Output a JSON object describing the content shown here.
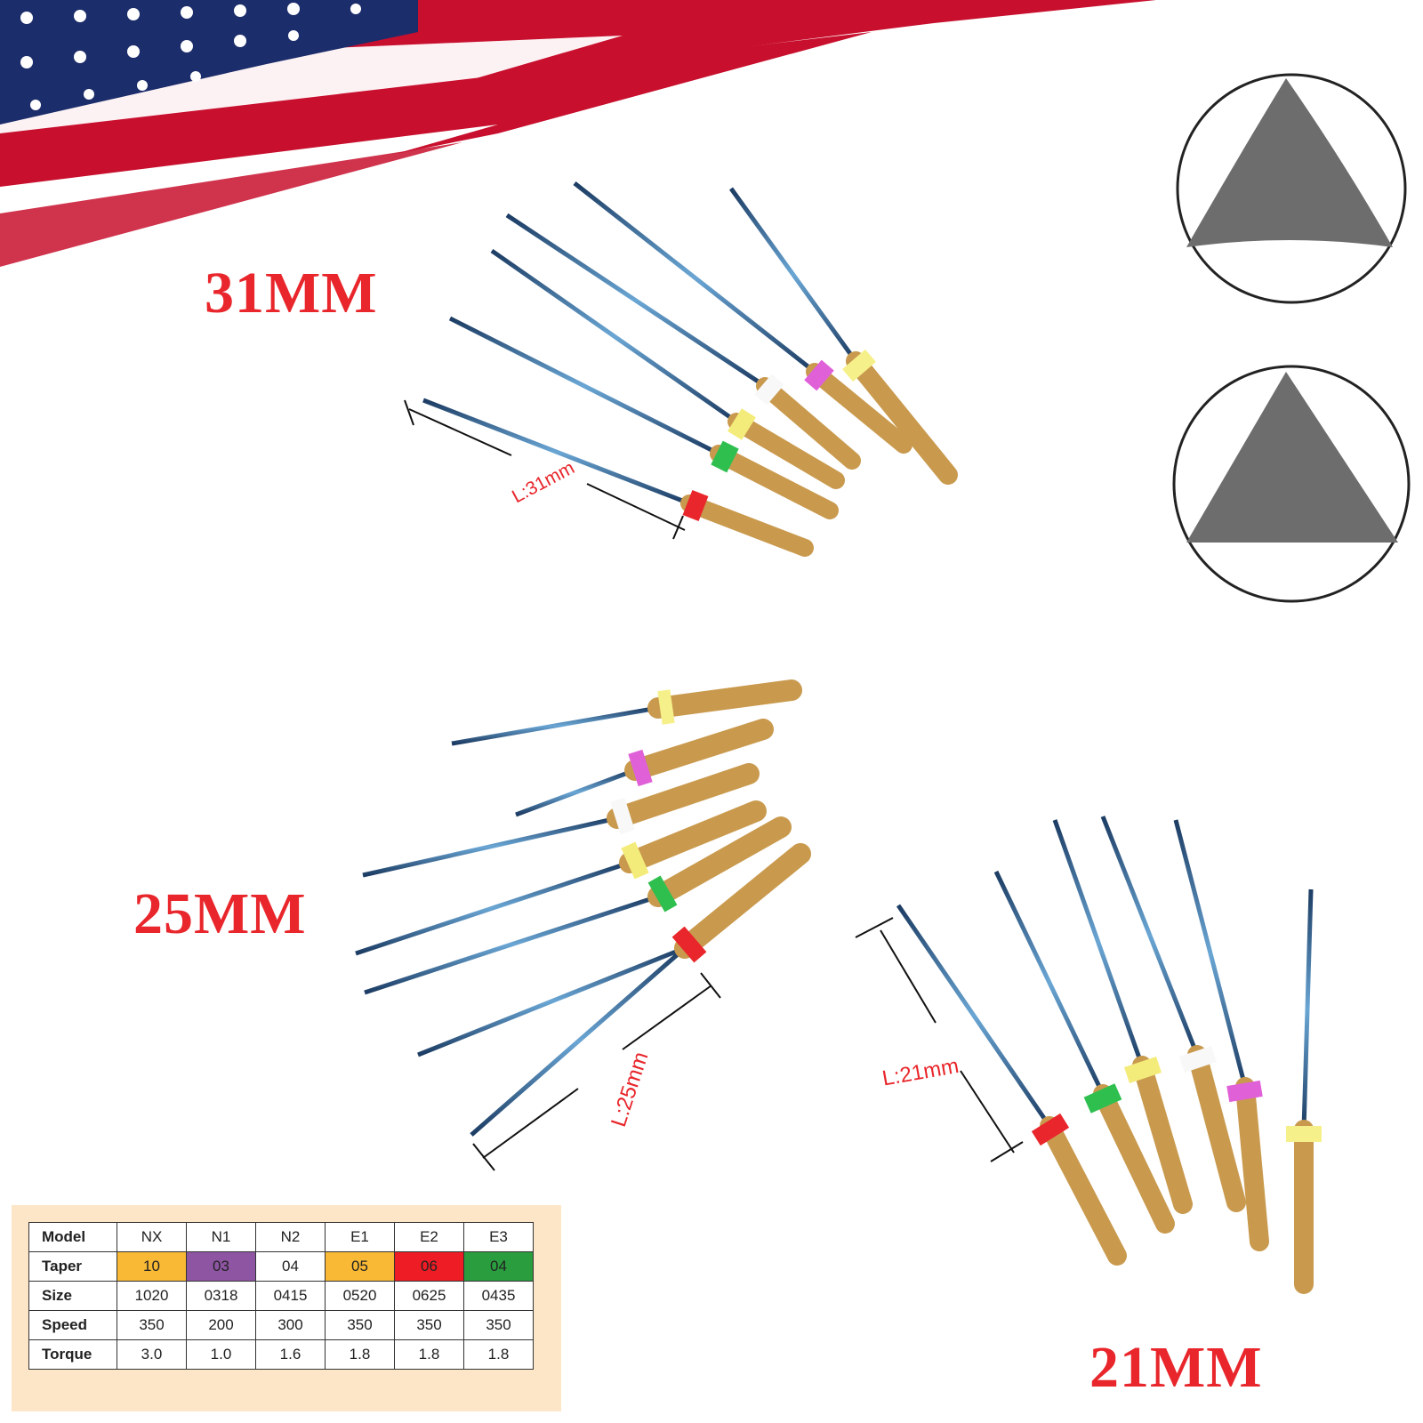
{
  "labels": {
    "len31": "31MM",
    "len25": "25MM",
    "len21": "21MM",
    "dim31": "L:31mm",
    "dim25": "L:25mm",
    "dim21": "L:21mm"
  },
  "spec_table": {
    "headers": [
      "Model",
      "Taper",
      "Size",
      "Speed",
      "Torque"
    ],
    "models": [
      "NX",
      "N1",
      "N2",
      "E1",
      "E2",
      "E3"
    ],
    "taper": [
      "10",
      "03",
      "04",
      "05",
      "06",
      "04"
    ],
    "taper_colors": [
      "#f9b934",
      "#8e55a3",
      "#ffffff",
      "#f9b934",
      "#ee1c24",
      "#2a9d3f"
    ],
    "size": [
      "1020",
      "0318",
      "0415",
      "0520",
      "0625",
      "0435"
    ],
    "speed": [
      "350",
      "200",
      "300",
      "350",
      "350",
      "350"
    ],
    "torque": [
      "3.0",
      "1.0",
      "1.6",
      "1.8",
      "1.8",
      "1.8"
    ]
  },
  "colors": {
    "label_red": "#e8262b",
    "flag_red": "#c8102e",
    "flag_blue": "#1c2d6b",
    "file_blue": "#2f5d8a",
    "gold": "#d9b16a",
    "triangle_gray": "#6d6d6d",
    "rings": [
      "#e8262b",
      "#2fbf4f",
      "#f4ec7a",
      "#ffffff",
      "#e060d8",
      "#f6f08a"
    ]
  }
}
